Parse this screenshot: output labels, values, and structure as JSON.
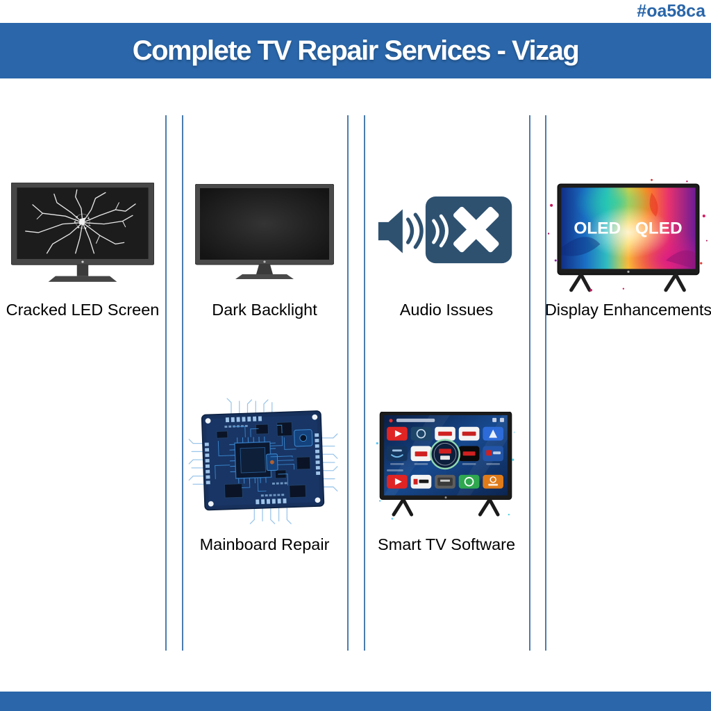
{
  "meta": {
    "tag": "#oa58ca"
  },
  "header": {
    "title": "Complete TV Repair Services - Vizag"
  },
  "services": [
    {
      "label": "Cracked LED Screen",
      "icon": "cracked-tv-icon"
    },
    {
      "label": "Dark Backlight",
      "icon": "dark-backlight-tv-icon"
    },
    {
      "label": "Audio Issues",
      "icon": "speaker-muted-icon"
    },
    {
      "label": "Display Enhancements",
      "icon": "oled-qled-tv-icon",
      "screen_labels": [
        "OLED",
        "QLED"
      ]
    },
    {
      "label": "Mainboard Repair",
      "icon": "circuit-board-icon"
    },
    {
      "label": "Smart TV Software",
      "icon": "smart-tv-apps-icon"
    }
  ],
  "colors": {
    "accent": "#2a66a9",
    "divider": "#4a7cae",
    "audio_icon": "#2e5170",
    "label_text": "#000000",
    "tv_bezel": "#4a4a4a",
    "pcb": "#17315c"
  }
}
